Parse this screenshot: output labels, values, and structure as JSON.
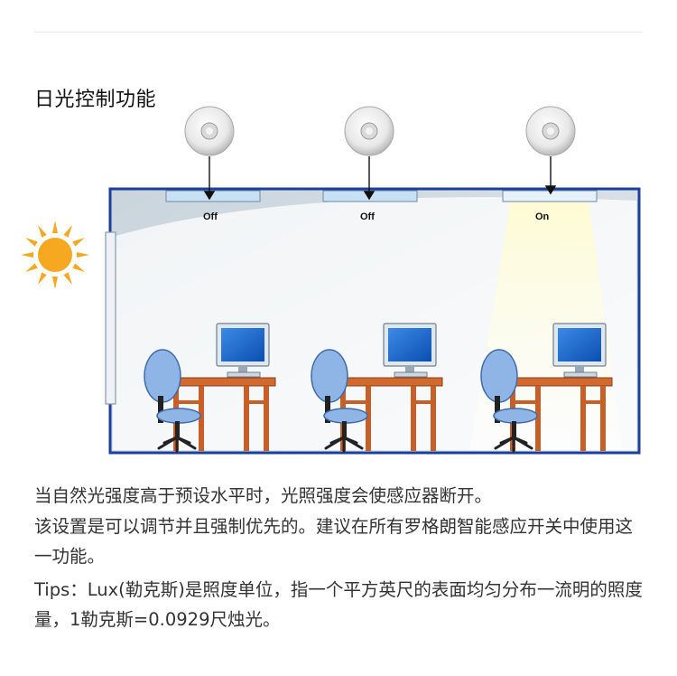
{
  "section": {
    "title": "日光控制功能"
  },
  "diagram": {
    "lamps": [
      {
        "status": "Off"
      },
      {
        "status": "Off"
      },
      {
        "status": "On"
      }
    ]
  },
  "description": {
    "line1": "当自然光强度高于预设水平时，光照强度会使感应器断开。",
    "line2": "该设置是可以调节并且强制优先的。建议在所有罗格朗智能感应开关中使用这一功能。",
    "tips": "Tips：Lux(勒克斯)是照度单位，指一个平方英尺的表面均匀分布一流明的照度量，1勒克斯=0.0929尺烛光。"
  },
  "colors": {
    "room_border": "#1b3f9a",
    "sun": "#f6a820",
    "chair": "#8fb5e6",
    "desk": "#d2692e",
    "monitor_screen": "#1b63c8",
    "light_beam": "#fffde0"
  }
}
